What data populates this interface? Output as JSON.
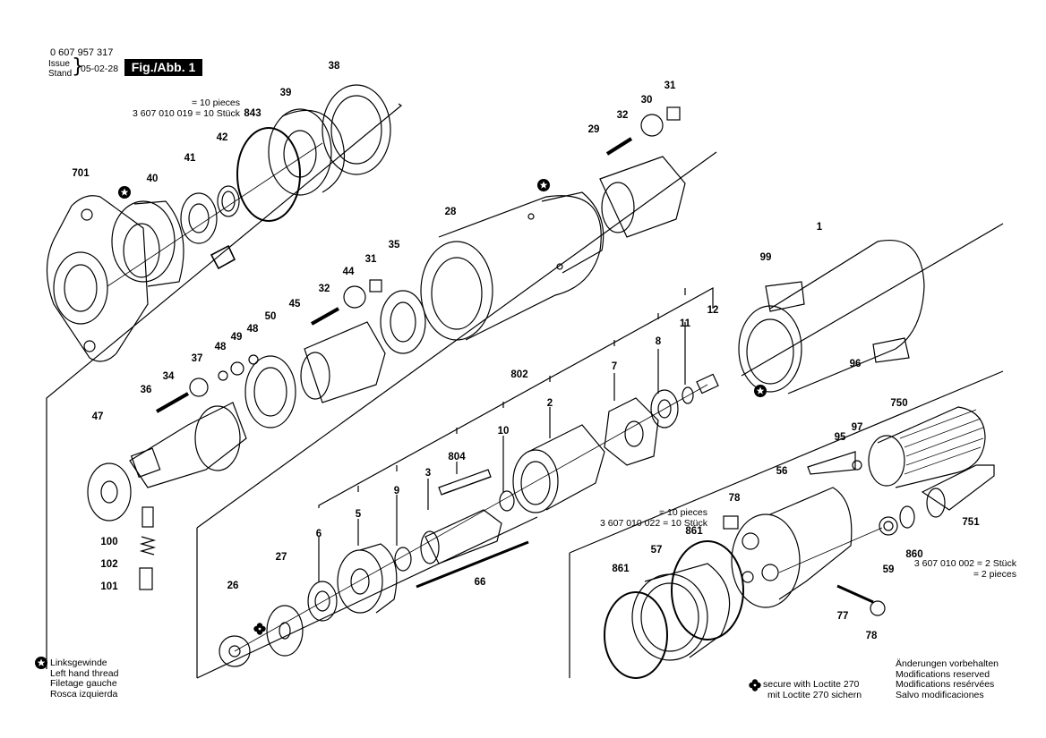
{
  "header": {
    "document_number": "0 607 957 317",
    "issue_label_1": "Issue",
    "issue_label_2": "Stand",
    "issue_date": "05-02-28",
    "figure_label": "Fig./Abb. 1"
  },
  "notes": {
    "n843_line1": "= 10 pieces",
    "n843_line2": "3 607 010 019 = 10 Stück",
    "n5_line1": "= 10 pieces",
    "n5_line2": "3 607 010 022 = 10 Stück",
    "n860_line1": "3 607 010 002 = 2 Stück",
    "n860_line2": "= 2 pieces"
  },
  "legend_left": [
    "Linksgewinde",
    "Left hand thread",
    "Filetage gauche",
    "Rosca izquierda"
  ],
  "legend_mid": [
    "secure with Loctite 270",
    "mit Loctite 270 sichern"
  ],
  "legend_right": [
    "Änderungen vorbehalten",
    "Modifications reserved",
    "Modifications resérvées",
    "Salvo modificaciones"
  ],
  "part_labels": {
    "p701": "701",
    "p40": "40",
    "p41": "41",
    "p42": "42",
    "p843": "843",
    "p39": "39",
    "p38": "38",
    "p28": "28",
    "p29": "29",
    "p30": "30",
    "p31a": "31",
    "p32a": "32",
    "p1": "1",
    "p99": "99",
    "p96": "96",
    "p35": "35",
    "p44": "44",
    "p31b": "31",
    "p32b": "32",
    "p45": "45",
    "p50": "50",
    "p37": "37",
    "p48a": "48",
    "p49": "49",
    "p48b": "48",
    "p34": "34",
    "p36": "36",
    "p47": "47",
    "p100": "100",
    "p102": "102",
    "p101": "101",
    "p802": "802",
    "p7": "7",
    "p8": "8",
    "p11": "11",
    "p12": "12",
    "p2": "2",
    "p10": "10",
    "p804": "804",
    "p3": "3",
    "p9": "9",
    "p5": "5",
    "p6": "6",
    "p66": "66",
    "p27": "27",
    "p26": "26",
    "p750": "750",
    "p95": "95",
    "p97": "97",
    "p56": "56",
    "p78a": "78",
    "p861a": "861",
    "p57": "57",
    "p861b": "861",
    "p751": "751",
    "p860": "860",
    "p59": "59",
    "p77": "77",
    "p78b": "78"
  }
}
